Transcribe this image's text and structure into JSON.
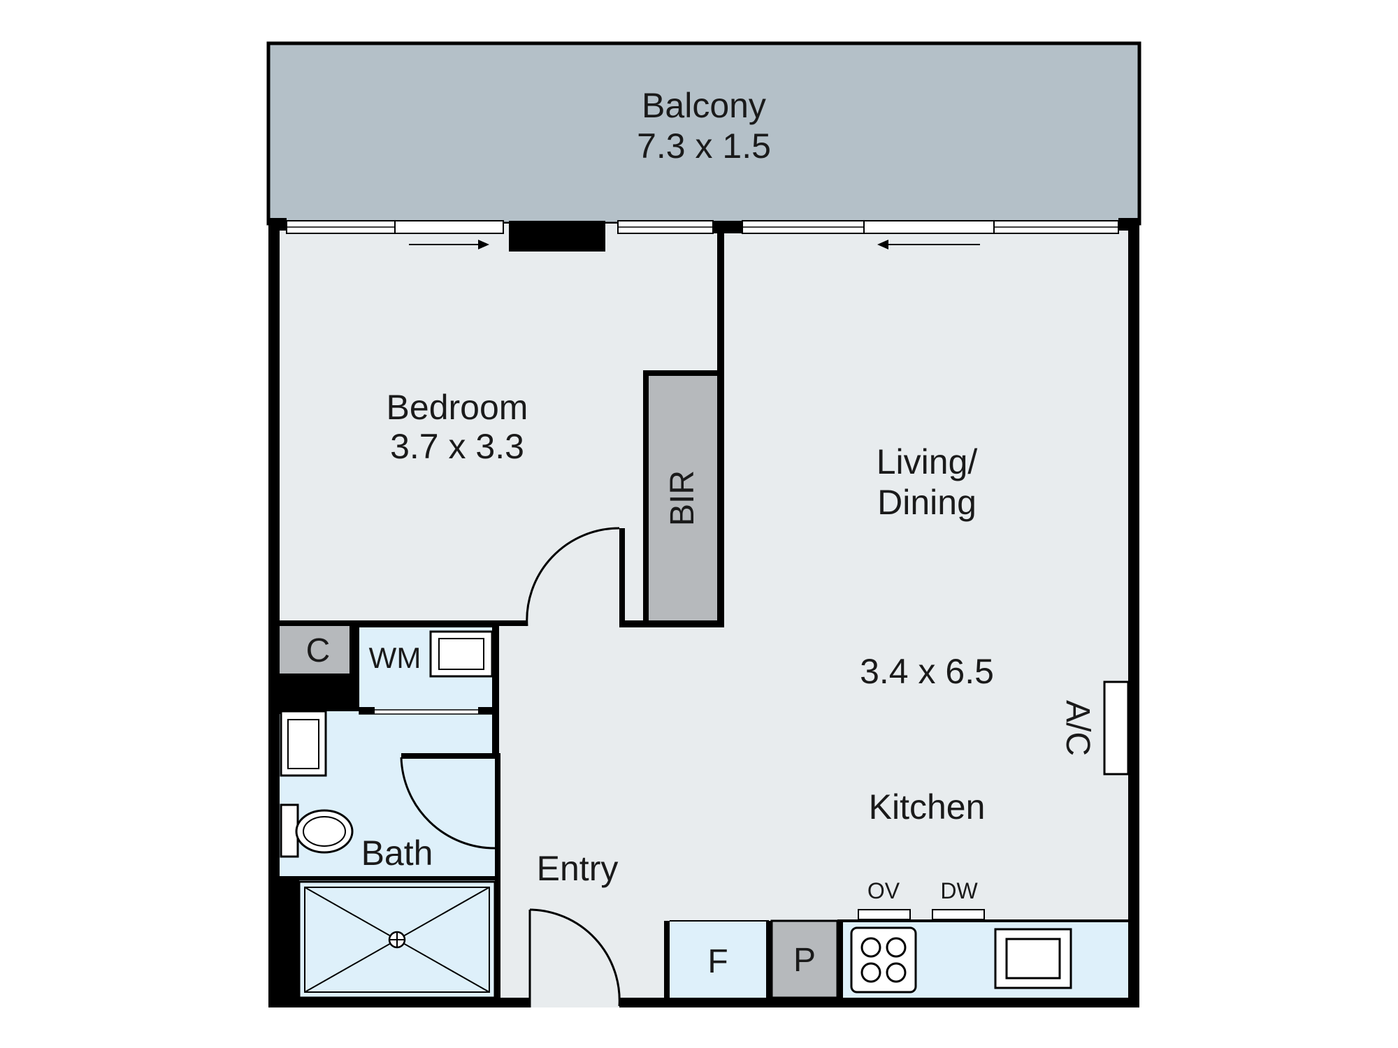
{
  "rooms": {
    "balcony": {
      "name": "Balcony",
      "size": "7.3 x 1.5"
    },
    "bedroom": {
      "name": "Bedroom",
      "size": "3.7 x 3.3"
    },
    "living": {
      "name_line1": "Living/",
      "name_line2": "Dining",
      "size": "3.4 x 6.5"
    },
    "kitchen": {
      "name": "Kitchen"
    },
    "entry": {
      "name": "Entry"
    },
    "bath": {
      "name": "Bath"
    }
  },
  "labels": {
    "bir": "BIR",
    "cupboard": "C",
    "washing_machine": "WM",
    "aircon": "A/C",
    "fridge": "F",
    "pantry": "P",
    "oven": "OV",
    "dishwasher": "DW"
  },
  "colors": {
    "wall": "#000000",
    "balcony_fill": "#b4c0c8",
    "room_fill": "#e8ecee",
    "wet_area_fill": "#def0fa",
    "robe_fill": "#b6b9bc"
  }
}
